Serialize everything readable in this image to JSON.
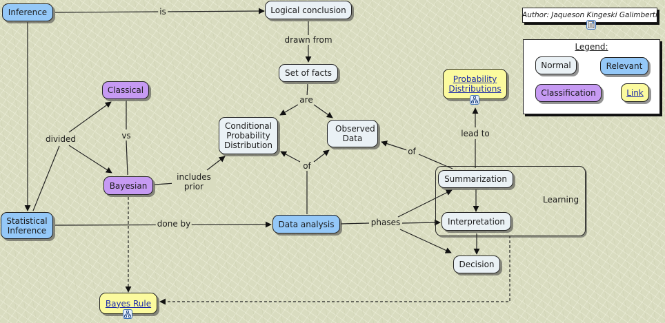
{
  "author": "Author: Jaqueson Kingeski Galimberti",
  "legend": {
    "title": "Legend:",
    "items": [
      {
        "label": "Normal",
        "style": "normal"
      },
      {
        "label": "Relevant",
        "style": "relevant"
      },
      {
        "label": "Classification",
        "style": "classification"
      },
      {
        "label": "Link",
        "style": "link"
      }
    ]
  },
  "colors": {
    "normal": "#eaf1f5",
    "relevant": "#94c8f8",
    "classification": "#c69af3",
    "link": "#fbfa9e",
    "background": "#d9dcc0"
  },
  "nodes": {
    "inference": "Inference",
    "logical_conclusion": "Logical conclusion",
    "set_of_facts": "Set of facts",
    "conditional_probability": "Conditional Probability Distribution",
    "observed_data": "Observed Data",
    "classical": "Classical",
    "bayesian": "Bayesian",
    "statistical_inference": "Statistical Inference",
    "data_analysis": "Data analysis",
    "probability_distributions": "Probability Distributions",
    "summarization": "Summarization",
    "interpretation": "Interpretation",
    "decision": "Decision",
    "bayes_rule": "Bayes Rule"
  },
  "group": {
    "label": "Learning"
  },
  "links": {
    "is": "is",
    "drawn_from": "drawn from",
    "are": "are",
    "divided": "divided",
    "vs": "vs",
    "includes_prior": "includes prior",
    "of_data_analysis": "of",
    "of_summarization": "of",
    "lead_to": "lead to",
    "done_by": "done by",
    "phases": "phases"
  },
  "icons": {
    "resource_icon": "document-icon",
    "map_link_icon": "concept-map-icon"
  }
}
